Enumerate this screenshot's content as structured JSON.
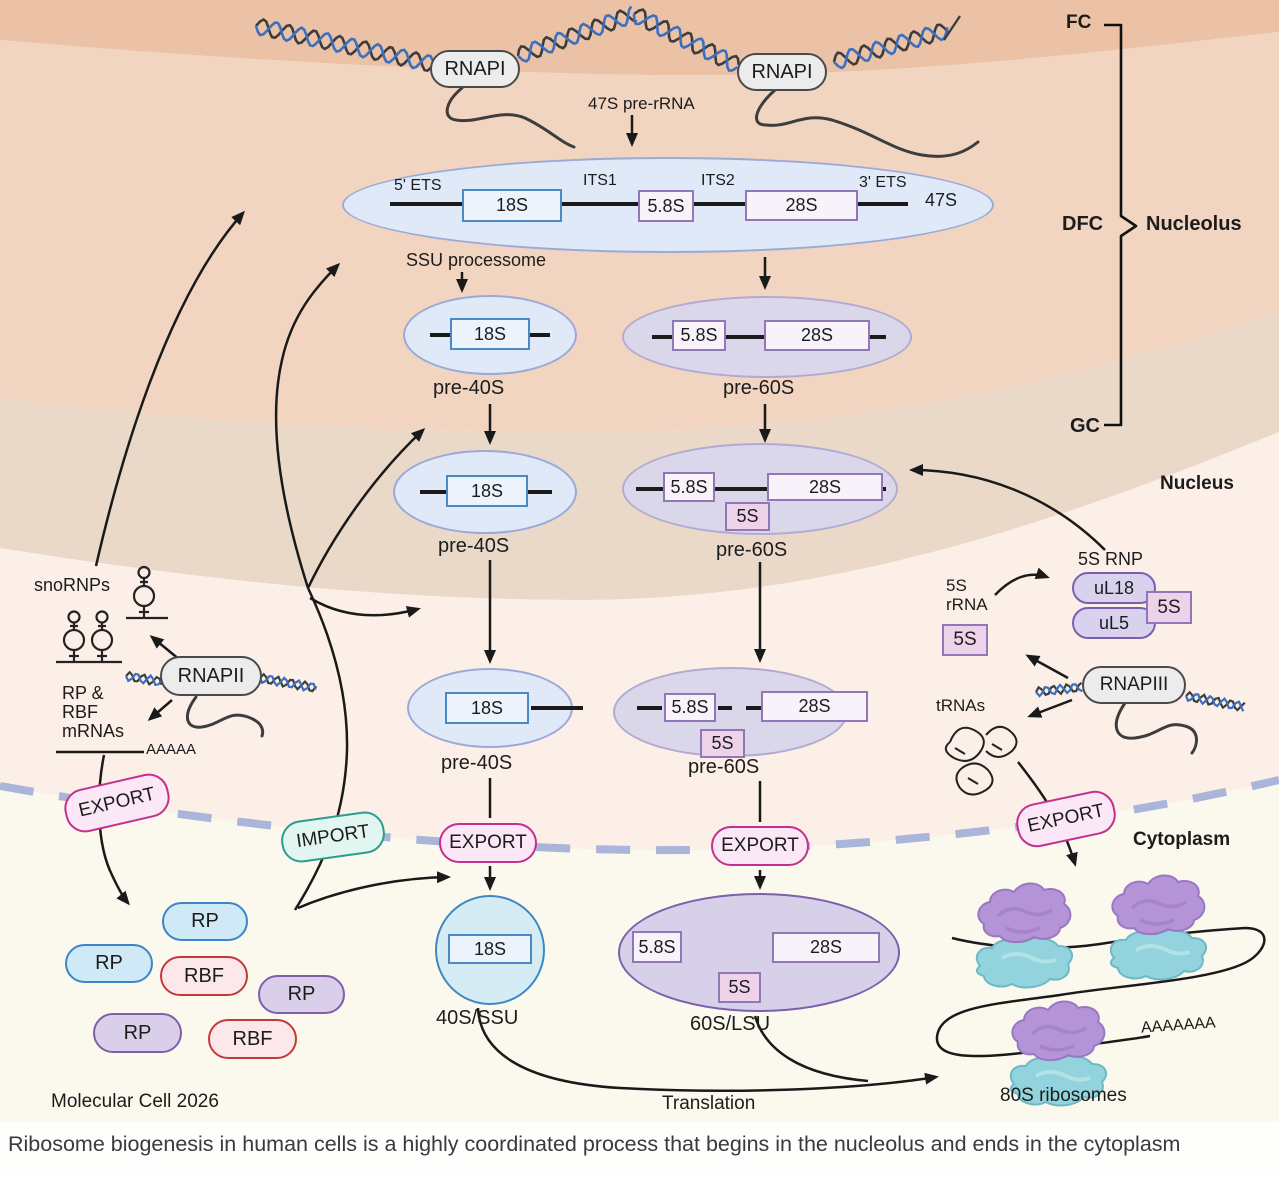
{
  "labels": {
    "fc": "FC",
    "dfc": "DFC",
    "gc": "GC",
    "nucleolus": "Nucleolus",
    "nucleus": "Nucleus",
    "cytoplasm": "Cytoplasm",
    "rnapi": "RNAPI",
    "rnapii": "RNAPII",
    "rnapiii": "RNAPIII",
    "pre_rrna_47s": "47S pre-rRNA",
    "ets5": "5' ETS",
    "s18": "18S",
    "its1": "ITS1",
    "s58": "5.8S",
    "its2": "ITS2",
    "s28": "28S",
    "ets3": "3' ETS",
    "s47": "47S",
    "s5": "5S",
    "ssu_processome": "SSU processome",
    "pre40s": "pre-40S",
    "pre60s": "pre-60S",
    "snornps": "snoRNPs",
    "rp_line1": "RP &",
    "rp_line2": "RBF",
    "rp_line3": "mRNAs",
    "polya_short": "AAAAA",
    "polya_long": "AAAAAAA",
    "export": "EXPORT",
    "import": "IMPORT",
    "rp": "RP",
    "rbf": "RBF",
    "rnp5s": "5S RNP",
    "ul18": "uL18",
    "ul5": "uL5",
    "rrna5s_line1": "5S",
    "rrna5s_line2": "rRNA",
    "trnas": "tRNAs",
    "ssu40": "40S/SSU",
    "lsu60": "60S/LSU",
    "translation": "Translation",
    "ribosomes80": "80S ribosomes",
    "credit": "Molecular Cell 2026",
    "caption": "Ribosome biogenesis in human cells is a highly coordinated process that begins in the nucleolus and ends in the cytoplasm"
  },
  "colors": {
    "fc_band": "#ecc2a6",
    "dfc_band": "#f2d5c0",
    "gc_band": "#ead9c8",
    "nucleus_band": "#fcefe7",
    "cytoplasm_bg": "#fbf8ee",
    "envelope_dash": "#a9b5d9",
    "blue_particle": "#dfe9f8",
    "purple_particle": "#d9d7e9",
    "blue_box_border": "#4a8ac4",
    "purple_box_border": "#8f77b8",
    "pink_5s": "#eed2ea",
    "export_accent": "#c2318f",
    "import_accent": "#2a9d8f",
    "rp_blue": "#3d85c6",
    "rp_purple": "#7e5fa8",
    "rbf_red": "#c23b3b",
    "dna_blue": "#3b6fc0",
    "dna_dark": "#3d3d3d",
    "ribosome_large": "#b493d6",
    "ribosome_small": "#92d3dd"
  }
}
